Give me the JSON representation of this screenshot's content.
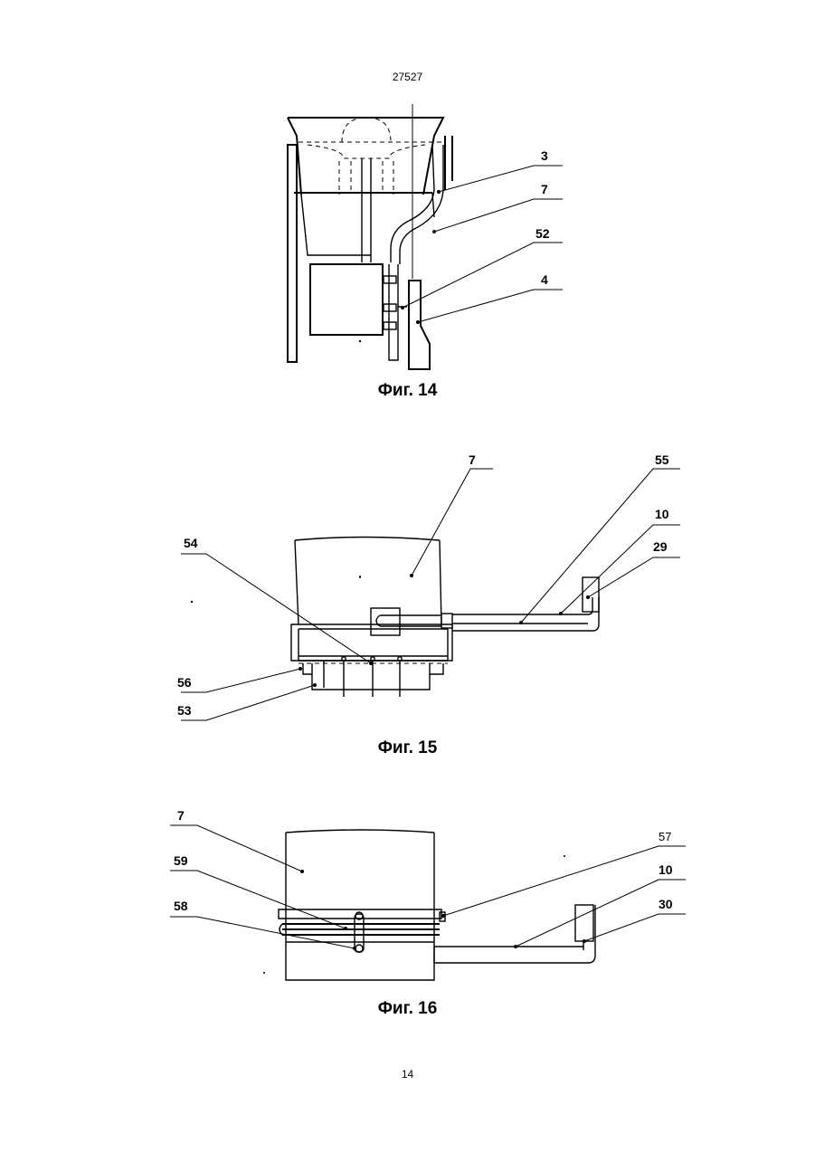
{
  "document": {
    "patent_number": "27527",
    "page_number": "14"
  },
  "figures": [
    {
      "caption": "Фиг. 14",
      "labels": [
        "3",
        "7",
        "52",
        "4"
      ]
    },
    {
      "caption": "Фиг. 15",
      "labels": [
        "7",
        "55",
        "10",
        "29",
        "54",
        "56",
        "53"
      ]
    },
    {
      "caption": "Фиг. 16",
      "labels": [
        "7",
        "57",
        "59",
        "10",
        "58",
        "30"
      ]
    }
  ]
}
